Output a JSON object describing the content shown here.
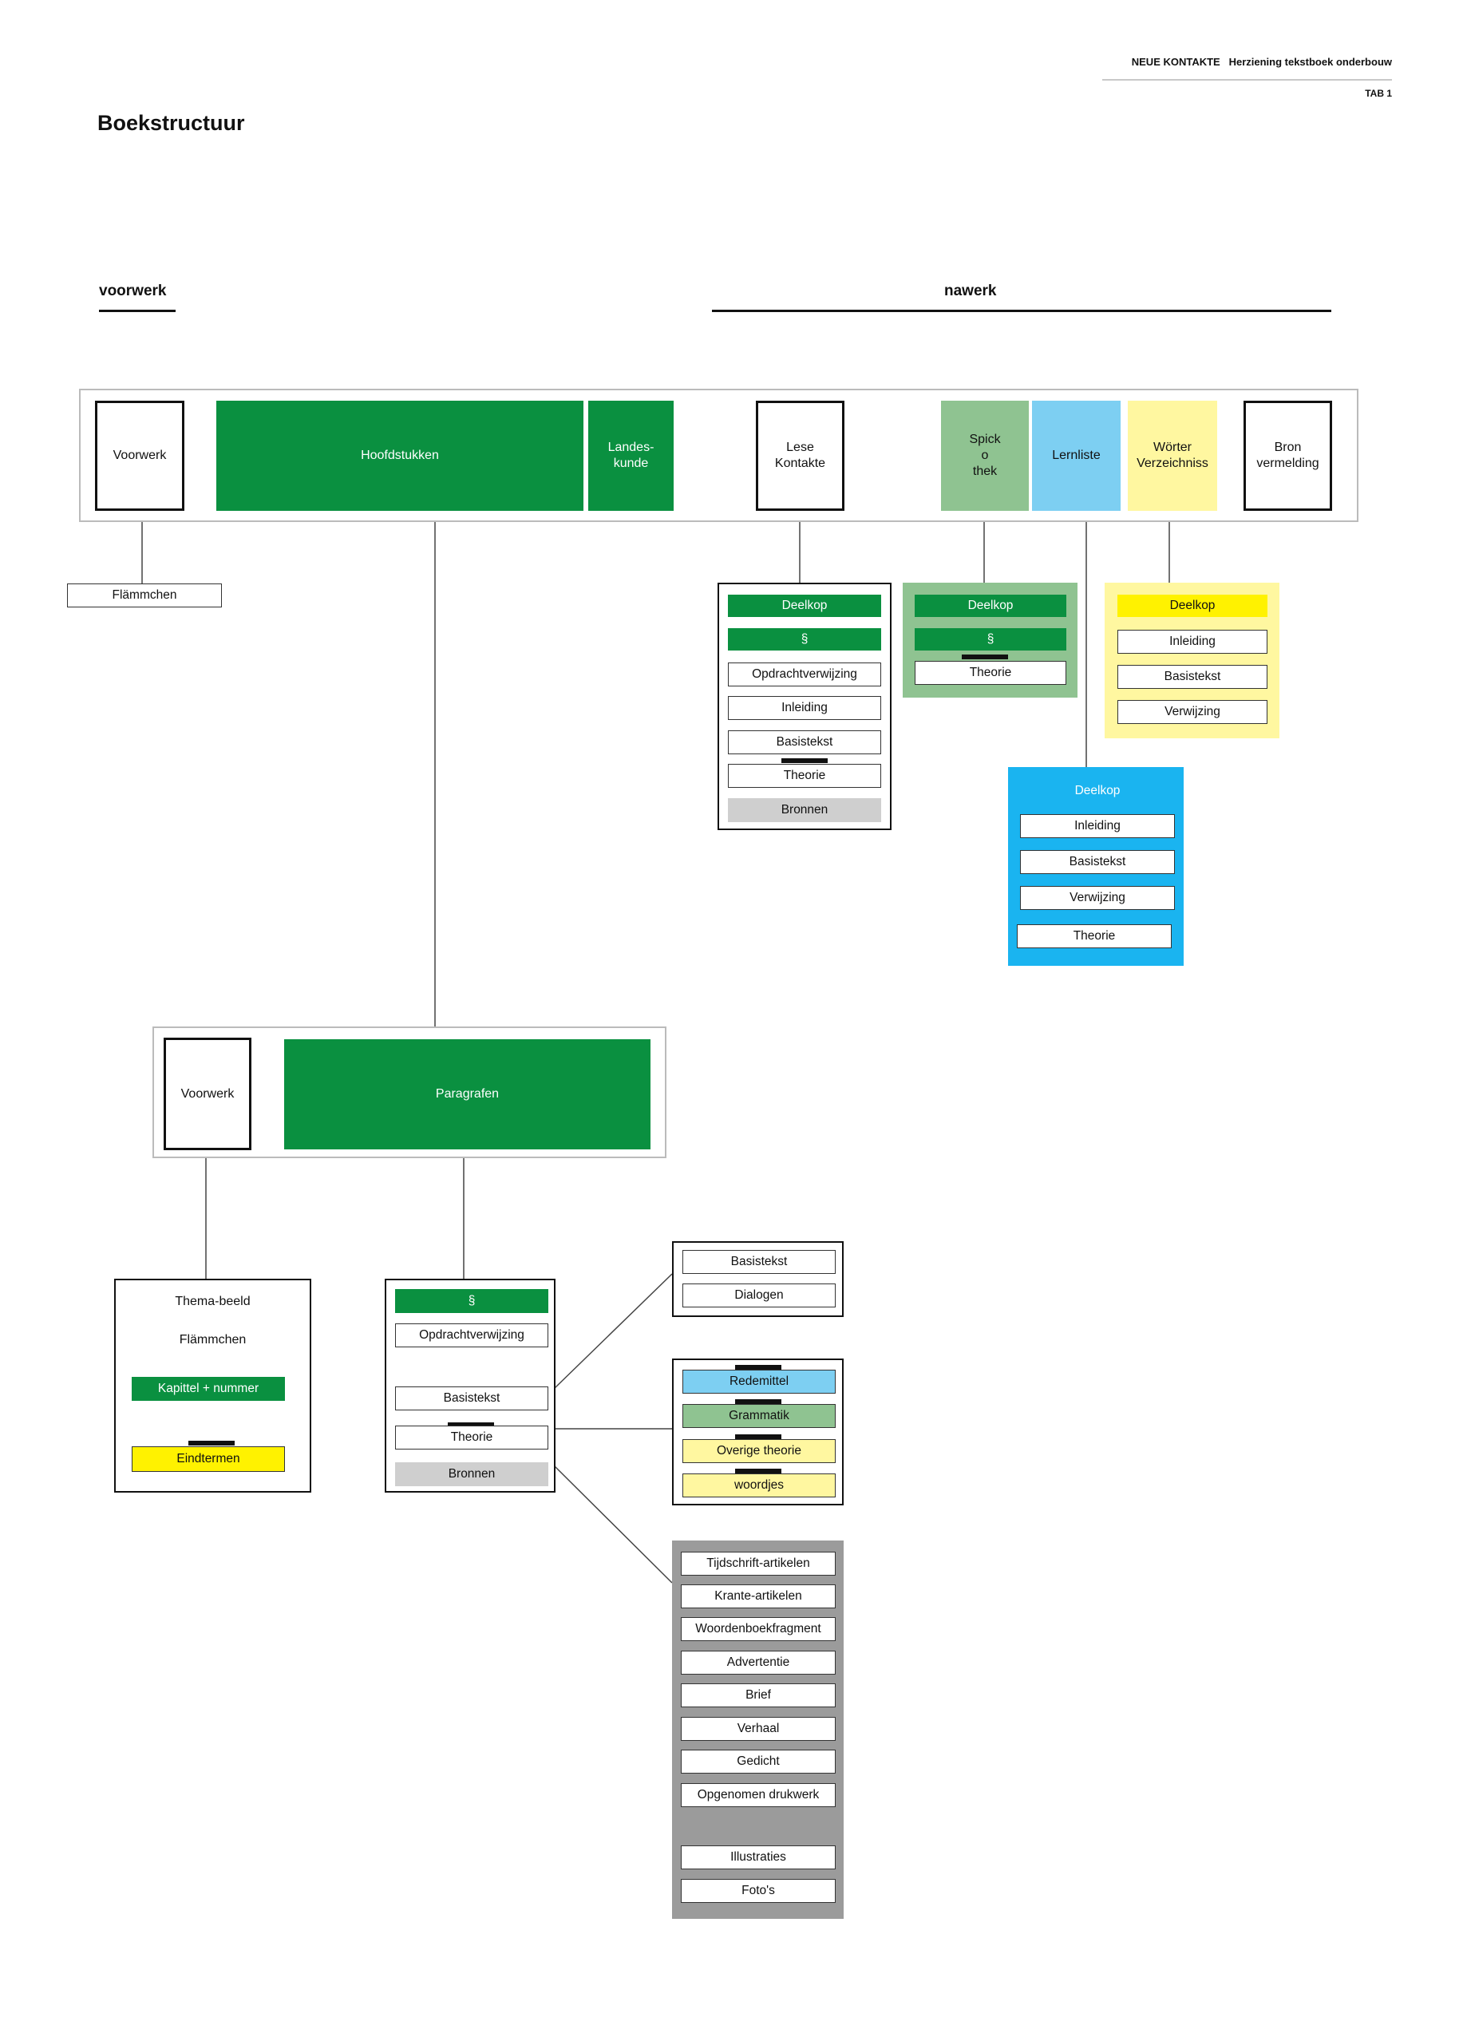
{
  "header": {
    "brand": "NEUE KONTAKTE",
    "subtitle": "Herziening tekstboek onderbouw",
    "tab": "TAB 1"
  },
  "title": "Boekstructuur",
  "sections": {
    "voorwerk": "voorwerk",
    "nawerk": "nawerk"
  },
  "colors": {
    "green": "#0a9040",
    "light_green": "#8fc391",
    "blue": "#1ab4f0",
    "light_blue": "#7dcff2",
    "yellow": "#fff200",
    "light_yellow": "#fff7a0",
    "gray": "#cfcfcf",
    "dark_gray": "#9b9b9b"
  },
  "top_row": {
    "voorwerk": "Voorwerk",
    "hoofdstukken": "Hoofdstukken",
    "landeskunde": "Landes-\nkunde",
    "lese_kontakte": "Lese\nKontakte",
    "spickothek": "Spick\no\nthek",
    "lernliste": "Lernliste",
    "woerter": "Wörter\nVerzeichniss",
    "bron": "Bron\nvermelding"
  },
  "flammchen_top": "Flämmchen",
  "lese_box": [
    "Deelkop",
    "§",
    "Opdrachtverwijzing",
    "Inleiding",
    "Basistekst",
    "Theorie",
    "Bronnen"
  ],
  "spick_box": [
    "Deelkop",
    "§",
    "Theorie"
  ],
  "woerter_box": [
    "Deelkop",
    "Inleiding",
    "Basistekst",
    "Verwijzing"
  ],
  "lern_box": [
    "Deelkop",
    "Inleiding",
    "Basistekst",
    "Verwijzing",
    "Theorie"
  ],
  "chapter": {
    "voorwerk": "Voorwerk",
    "paragrafen": "Paragrafen"
  },
  "chapter_voorwerk_box": {
    "thema": "Thema-beeld",
    "flammchen": "Flämmchen",
    "kapittel": "Kapittel + nummer",
    "eindtermen": "Eindtermen"
  },
  "paragraph_box": [
    "§",
    "Opdrachtverwijzing",
    "Basistekst",
    "Theorie",
    "Bronnen"
  ],
  "basis_box": [
    "Basistekst",
    "Dialogen"
  ],
  "theorie_box": [
    "Redemittel",
    "Grammatik",
    "Overige theorie",
    "woordjes"
  ],
  "bronnen_box": [
    "Tijdschrift-artikelen",
    "Krante-artikelen",
    "Woordenboekfragment",
    "Advertentie",
    "Brief",
    "Verhaal",
    "Gedicht",
    "Opgenomen drukwerk",
    "Illustraties",
    "Foto's"
  ]
}
